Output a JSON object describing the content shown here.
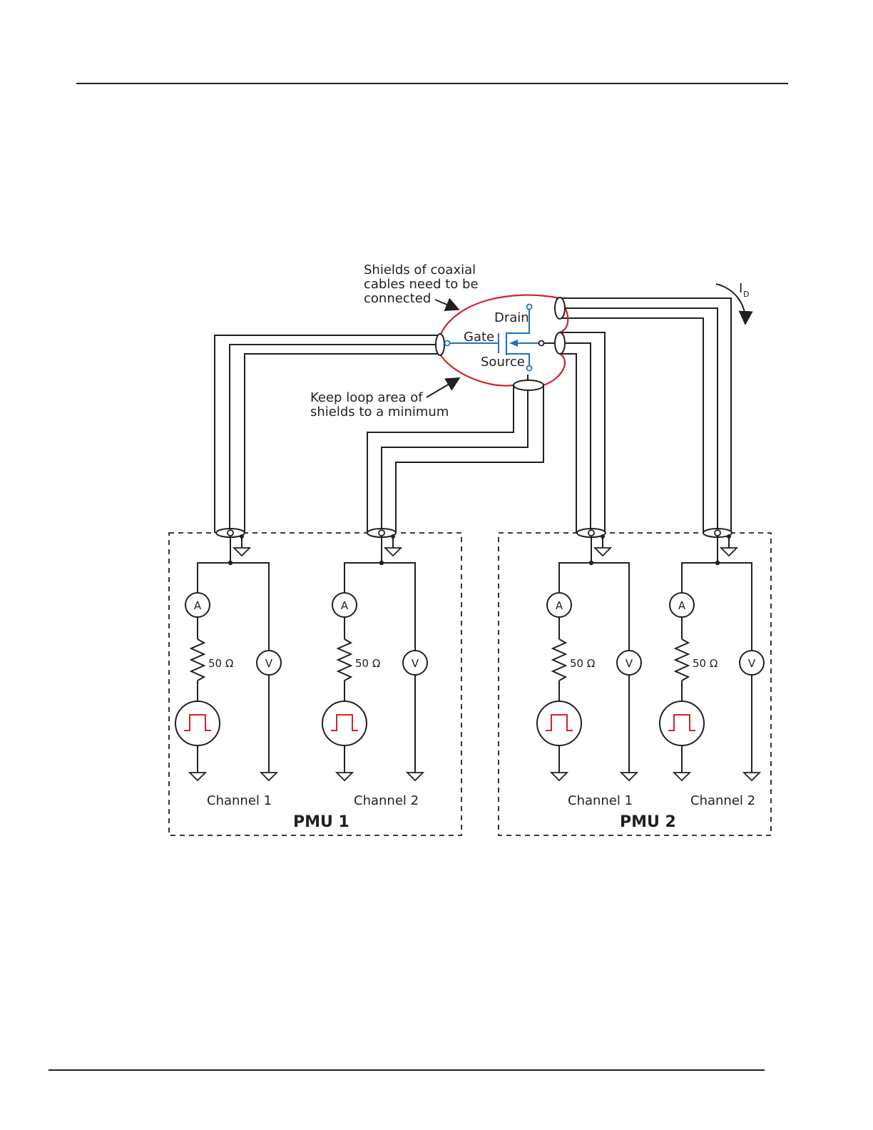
{
  "annotations": {
    "shields_line1": "Shields of coaxial",
    "shields_line2": "cables need to be",
    "shields_line3": "connected",
    "loop_line1": "Keep loop area of",
    "loop_line2": "shields to a minimum"
  },
  "device": {
    "drain": "Drain",
    "gate": "Gate",
    "source": "Source"
  },
  "current": {
    "symbol": "I",
    "subscript": "D"
  },
  "pmu1": {
    "title": "PMU 1",
    "channel1": {
      "label": "Channel 1",
      "resistor": "50 Ω",
      "ammeter": "A",
      "voltmeter": "V"
    },
    "channel2": {
      "label": "Channel 2",
      "resistor": "50 Ω",
      "ammeter": "A",
      "voltmeter": "V"
    }
  },
  "pmu2": {
    "title": "PMU 2",
    "channel1": {
      "label": "Channel 1",
      "resistor": "50 Ω",
      "ammeter": "A",
      "voltmeter": "V"
    },
    "channel2": {
      "label": "Channel 2",
      "resistor": "50 Ω",
      "ammeter": "A",
      "voltmeter": "V"
    }
  },
  "colors": {
    "line": "#231f20",
    "shield_loop": "#d1232a",
    "device": "#1f72b8",
    "pulse": "#d1232a"
  }
}
